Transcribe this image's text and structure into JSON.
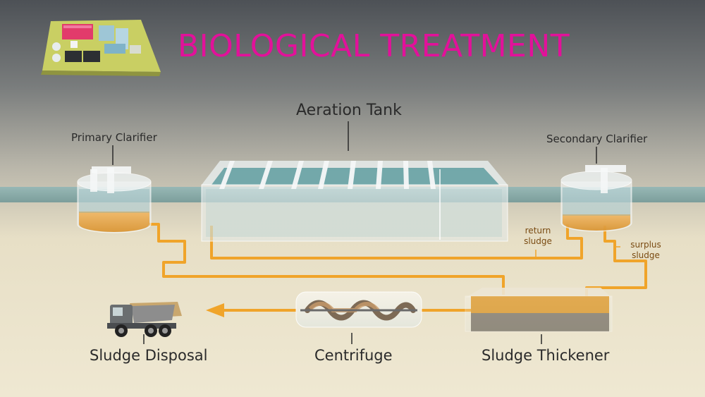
{
  "title": "BIOLOGICAL TREATMENT",
  "labels": {
    "aeration_tank": "Aeration Tank",
    "primary_clarifier": "Primary Clarifier",
    "secondary_clarifier": "Secondary Clarifier",
    "sludge_disposal": "Sludge Disposal",
    "centrifuge": "Centrifuge",
    "sludge_thickener": "Sludge Thickener"
  },
  "flow_labels": {
    "return_line1": "return",
    "return_line2": "sludge",
    "surplus_line1": "surplus",
    "surplus_line2": "sludge"
  },
  "colors": {
    "title": "#e2119a",
    "sludge_pipe": "#f0a42a",
    "water": "#5f9ea0",
    "glass": "#e8eeee"
  },
  "icons": {
    "plant_overview": "site-map-icon",
    "truck": "dump-truck-icon",
    "flow_arrow": "arrow-left-icon"
  }
}
